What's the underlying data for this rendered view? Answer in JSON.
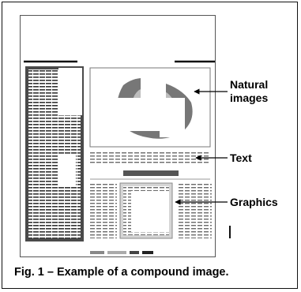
{
  "callouts": {
    "natural_images": [
      "Natural",
      "images"
    ],
    "text": "Text",
    "graphics": "Graphics"
  },
  "caption": "Fig. 1 – Example of a compound image."
}
